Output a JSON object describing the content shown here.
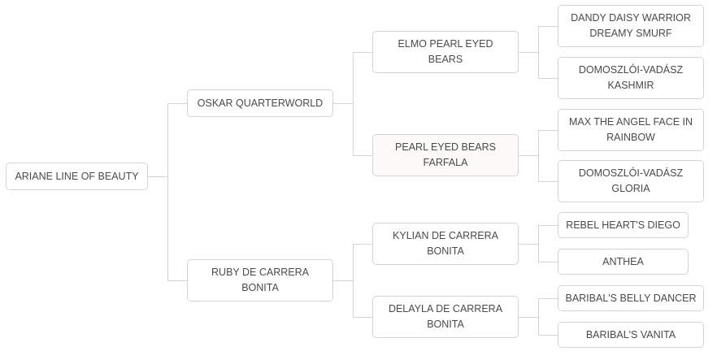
{
  "pedigree": {
    "root": {
      "name": "ARIANE LINE OF BEAUTY"
    },
    "sire": {
      "name": "OSKAR QUARTERWORLD"
    },
    "dam": {
      "name": "RUBY DE CARRERA BONITA"
    },
    "sire_sire": {
      "name": "ELMO PEARL EYED BEARS"
    },
    "sire_dam": {
      "name": "PEARL EYED BEARS FARFALA"
    },
    "dam_sire": {
      "name": "KYLIAN DE CARRERA BONITA"
    },
    "dam_dam": {
      "name": "DELAYLA DE CARRERA BONITA"
    },
    "sire_sire_sire": {
      "name": "DANDY DAISY WARRIOR DREAMY SMURF"
    },
    "sire_sire_dam": {
      "name": "DOMOSZLÓI-VADÁSZ KASHMIR"
    },
    "sire_dam_sire": {
      "name": "MAX THE ANGEL FACE IN RAINBOW"
    },
    "sire_dam_dam": {
      "name": "DOMOSZLÓI-VADÁSZ GLORIA"
    },
    "dam_sire_sire": {
      "name": "REBEL HEART'S DIEGO"
    },
    "dam_sire_dam": {
      "name": "ANTHEA"
    },
    "dam_dam_sire": {
      "name": "BARIBAL'S BELLY DANCER"
    },
    "dam_dam_dam": {
      "name": "BARIBAL'S VANITA"
    }
  },
  "colors": {
    "node_border": "#d4d4d4",
    "node_text": "#4a4a4a",
    "connector": "#d4d4d4",
    "highlight_fill": "#fbfaf7"
  }
}
